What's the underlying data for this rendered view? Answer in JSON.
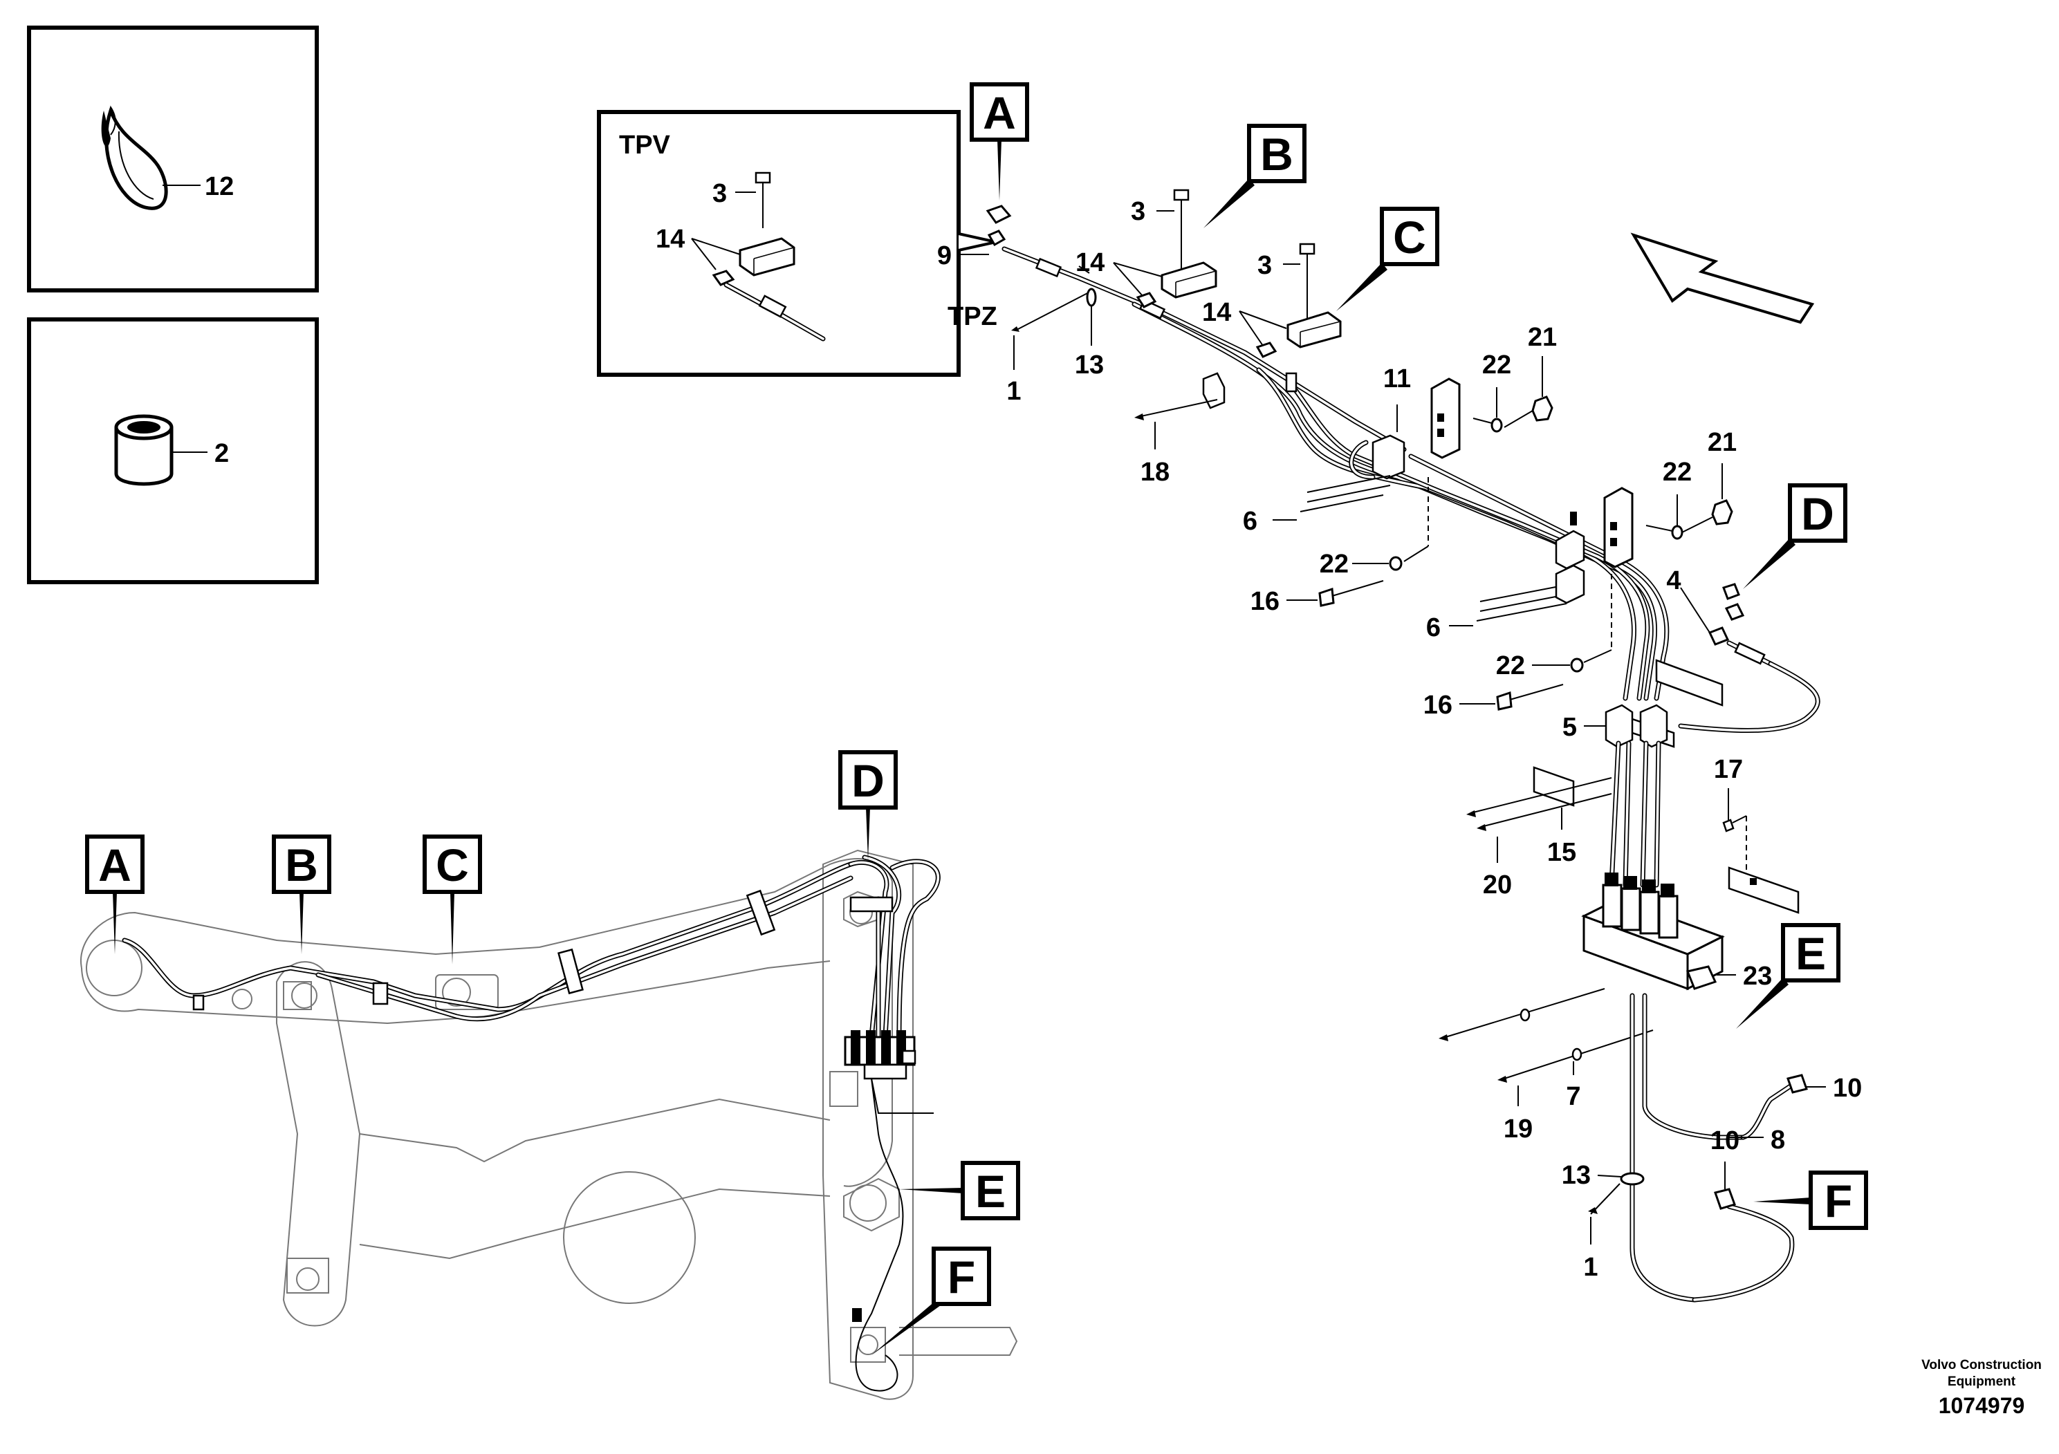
{
  "inset_labels": {
    "tpv": "TPV",
    "tpz": "TPZ"
  },
  "callouts": {
    "a": "A",
    "b": "B",
    "c": "C",
    "d": "D",
    "e": "E",
    "f": "F"
  },
  "parts": {
    "p1": "1",
    "p2": "2",
    "p3": "3",
    "p4": "4",
    "p5": "5",
    "p6": "6",
    "p7": "7",
    "p8": "8",
    "p9": "9",
    "p10": "10",
    "p11": "11",
    "p12": "12",
    "p13": "13",
    "p14": "14",
    "p15": "15",
    "p16": "16",
    "p17": "17",
    "p18": "18",
    "p19": "19",
    "p20": "20",
    "p21": "21",
    "p22": "22",
    "p23": "23"
  },
  "brand": {
    "line1": "Volvo Construction",
    "line2": "Equipment",
    "doc_number": "1074979"
  }
}
